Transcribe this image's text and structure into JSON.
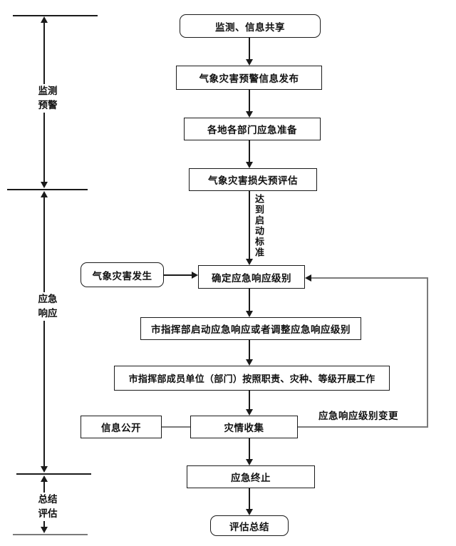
{
  "stages": [
    {
      "line1": "监测",
      "line2": "预警"
    },
    {
      "line1": "应急",
      "line2": "响应"
    },
    {
      "line1": "总结",
      "line2": "评估"
    }
  ],
  "nodes": {
    "monitor_share": "监测、信息共享",
    "warning_release": "气象灾害预警信息发布",
    "dept_prepare": "各地各部门应急准备",
    "loss_preassess": "气象灾害损失预评估",
    "disaster_occur": "气象灾害发生",
    "determine_level": "确定应急响应级别",
    "start_or_adjust": "市指挥部启动应急响应或者调整应急响应级别",
    "members_work": "市指挥部成员单位（部门）按照职责、灾种、等级开展工作",
    "info_disclosure": "信息公开",
    "disaster_collection": "灾情收集",
    "emergency_termination": "应急终止",
    "evaluation_summary": "评估总结"
  },
  "edge_labels": {
    "reach_start_standard": "达到启动标准",
    "response_level_change": "应急响应级别变更"
  },
  "colors": {
    "line": "#1a1a1a",
    "gray_line": "#7a7a7a",
    "background": "#ffffff",
    "text": "#111111"
  }
}
